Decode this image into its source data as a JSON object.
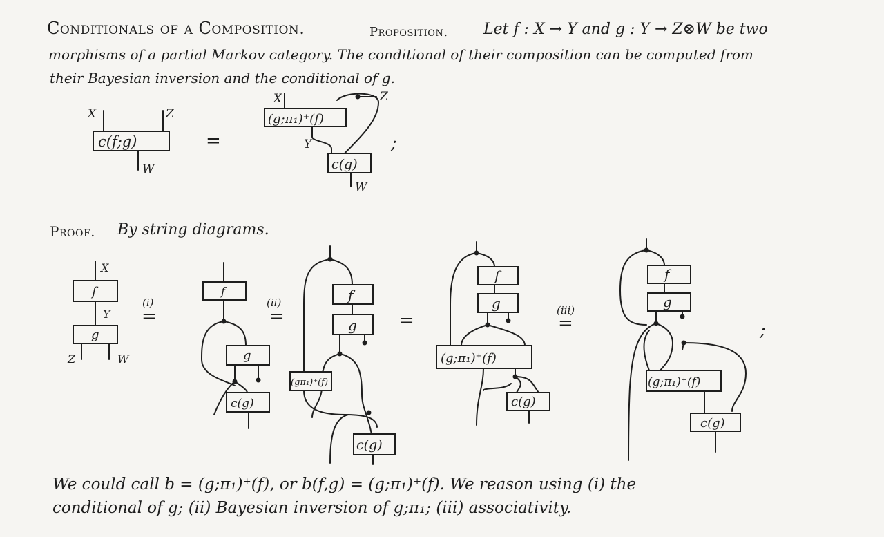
{
  "header": {
    "title": "Conditionals of a Composition.",
    "proposition_label": "Proposition.",
    "statement_line1": "Let f : X → Y and g : Y → Z⊗W be two",
    "statement_line2": "morphisms of a partial Markov category. The conditional of their composition can be computed from",
    "statement_line3": "their Bayesian inversion and the conditional of g."
  },
  "proposition_diagram": {
    "lhs_box": "c(f;g)",
    "rhs_top_box": "(g;π₁)⁺(f)",
    "rhs_bottom_box": "c(g)",
    "wires": {
      "x": "X",
      "y": "Y",
      "z": "Z",
      "w": "W"
    },
    "equals": "=",
    "terminator": ";"
  },
  "proof": {
    "label": "Proof.",
    "text": "By string diagrams.",
    "step_labels": [
      "(i)",
      "(ii)",
      "(iii)"
    ],
    "d1": {
      "f": "f",
      "g": "g",
      "x": "X",
      "y": "Y",
      "z": "Z",
      "w": "W"
    },
    "d2": {
      "f": "f",
      "g": "g",
      "c": "c(g)"
    },
    "d3": {
      "f": "f",
      "g": "g",
      "inv": "(gπ₁)⁺(f)",
      "c": "c(g)"
    },
    "d4": {
      "f": "f",
      "g": "g",
      "inv": "(g;π₁)⁺(f)",
      "c": "c(g)"
    },
    "d5": {
      "f": "f",
      "g": "g",
      "inv": "(g;π₁)⁺(f)",
      "c": "c(g)"
    },
    "equals": "=",
    "terminator": ";"
  },
  "footer": {
    "line1": "We could call b = (g;π₁)⁺(f), or b(f,g) = (g;π₁)⁺(f). We reason using (i) the",
    "line2": "conditional of g; (ii) Bayesian inversion of g;π₁; (iii) associativity."
  }
}
